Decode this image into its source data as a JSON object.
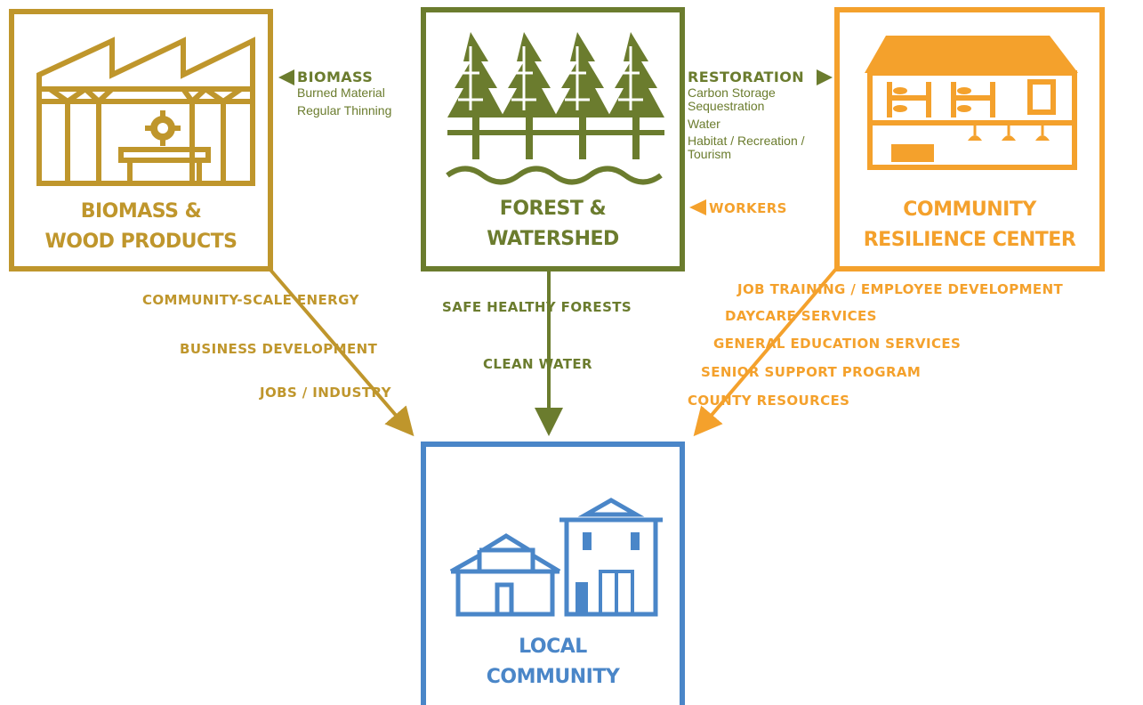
{
  "colors": {
    "gold": "#bf962c",
    "olive": "#6b7c2e",
    "orange": "#f4a12c",
    "blue": "#4a86c8"
  },
  "boxes": {
    "biomass": {
      "title_line1": "BIOMASS &",
      "title_line2": "WOOD PRODUCTS",
      "icon": "factory-icon"
    },
    "forest": {
      "title_line1": "FOREST &",
      "title_line2": "WATERSHED",
      "icon": "forest-icon"
    },
    "resilience": {
      "title_line1": "COMMUNITY",
      "title_line2": "RESILIENCE CENTER",
      "icon": "community-center-icon"
    },
    "local": {
      "title_line1": "LOCAL",
      "title_line2": "COMMUNITY",
      "icon": "houses-icon"
    }
  },
  "flows": {
    "biomass": {
      "label": "BIOMASS",
      "items": [
        "Burned Material",
        "Regular Thinning"
      ]
    },
    "restoration": {
      "label": "RESTORATION",
      "items": [
        "Carbon Storage",
        "Sequestration",
        "Water",
        "Habitat / Recreation /",
        "Tourism"
      ]
    },
    "workers": {
      "label": "WORKERS"
    },
    "left_down": [
      "COMMUNITY-SCALE ENERGY",
      "BUSINESS DEVELOPMENT",
      "JOBS / INDUSTRY"
    ],
    "center_down": [
      "SAFE HEALTHY FORESTS",
      "CLEAN WATER"
    ],
    "right_down": [
      "JOB TRAINING / EMPLOYEE DEVELOPMENT",
      "DAYCARE SERVICES",
      "GENERAL EDUCATION SERVICES",
      "SENIOR SUPPORT PROGRAM",
      "COUNTY RESOURCES"
    ]
  }
}
